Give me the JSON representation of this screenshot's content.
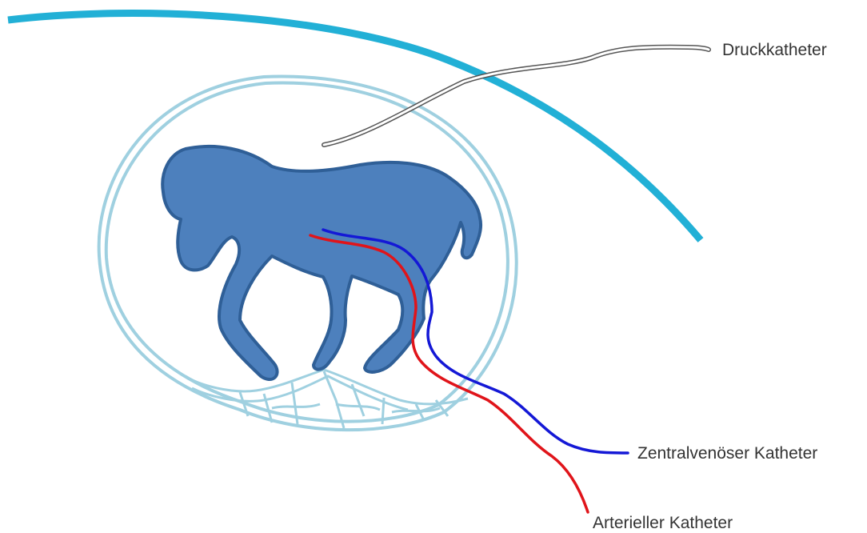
{
  "labels": {
    "pressure_catheter": "Druckkatheter",
    "central_venous_catheter": "Zentralvenöser Katheter",
    "arterial_catheter": "Arterieller Katheter"
  },
  "colors": {
    "uterus_wall": "#22b0d6",
    "amniotic_sac": "#9fd0e0",
    "fetus_fill": "#4d80bd",
    "fetus_outline": "#2f5f97",
    "venous_line": "#1418d6",
    "arterial_line": "#e0141a",
    "pressure_catheter": "#555555",
    "label_text": "#333333"
  }
}
